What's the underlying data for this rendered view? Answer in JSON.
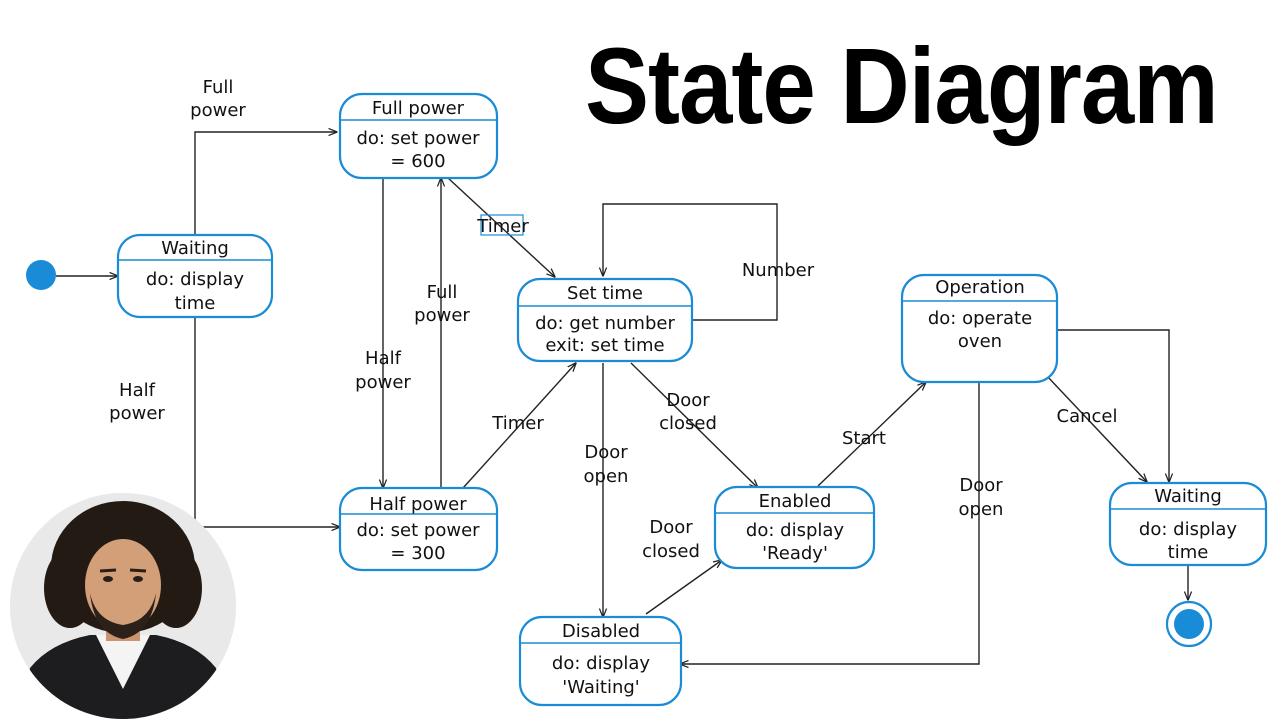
{
  "title": "State Diagram",
  "colors": {
    "accent": "#1a8bd6",
    "initial": "#1a8bd6",
    "line": "#222222",
    "text": "#111111"
  },
  "states": {
    "waiting_start": {
      "name": "Waiting",
      "line1": "do: display",
      "line2": "time"
    },
    "full_power": {
      "name": "Full power",
      "line1": "do: set power",
      "line2": "= 600"
    },
    "half_power": {
      "name": "Half power",
      "line1": "do: set power",
      "line2": "= 300"
    },
    "set_time": {
      "name": "Set time",
      "line1": "do: get number",
      "line2": "exit: set time"
    },
    "disabled": {
      "name": "Disabled",
      "line1": "do: display",
      "line2": "'Waiting'"
    },
    "enabled": {
      "name": "Enabled",
      "line1": "do: display",
      "line2": "'Ready'"
    },
    "operation": {
      "name": "Operation",
      "line1": "do: operate",
      "line2": "oven"
    },
    "waiting_end": {
      "name": "Waiting",
      "line1": "do: display",
      "line2": "time"
    }
  },
  "transitions": {
    "waiting_full": {
      "line1": "Full",
      "line2": "power"
    },
    "waiting_half": {
      "line1": "Half",
      "line2": "power"
    },
    "full_half": {
      "line1": "Half",
      "line2": "power"
    },
    "half_full": {
      "line1": "Full",
      "line2": "power"
    },
    "full_settime": {
      "line1": "Timer"
    },
    "half_settime": {
      "line1": "Timer"
    },
    "settime_self": {
      "line1": "Number"
    },
    "settime_disabled": {
      "line1": "Door",
      "line2": "open"
    },
    "settime_enabled": {
      "line1": "Door",
      "line2": "closed"
    },
    "disabled_enabled": {
      "line1": "Door",
      "line2": "closed"
    },
    "enabled_operation": {
      "line1": "Start"
    },
    "operation_disabled": {
      "line1": "Door",
      "line2": "open"
    },
    "operation_waiting": {
      "line1": "Cancel"
    }
  }
}
